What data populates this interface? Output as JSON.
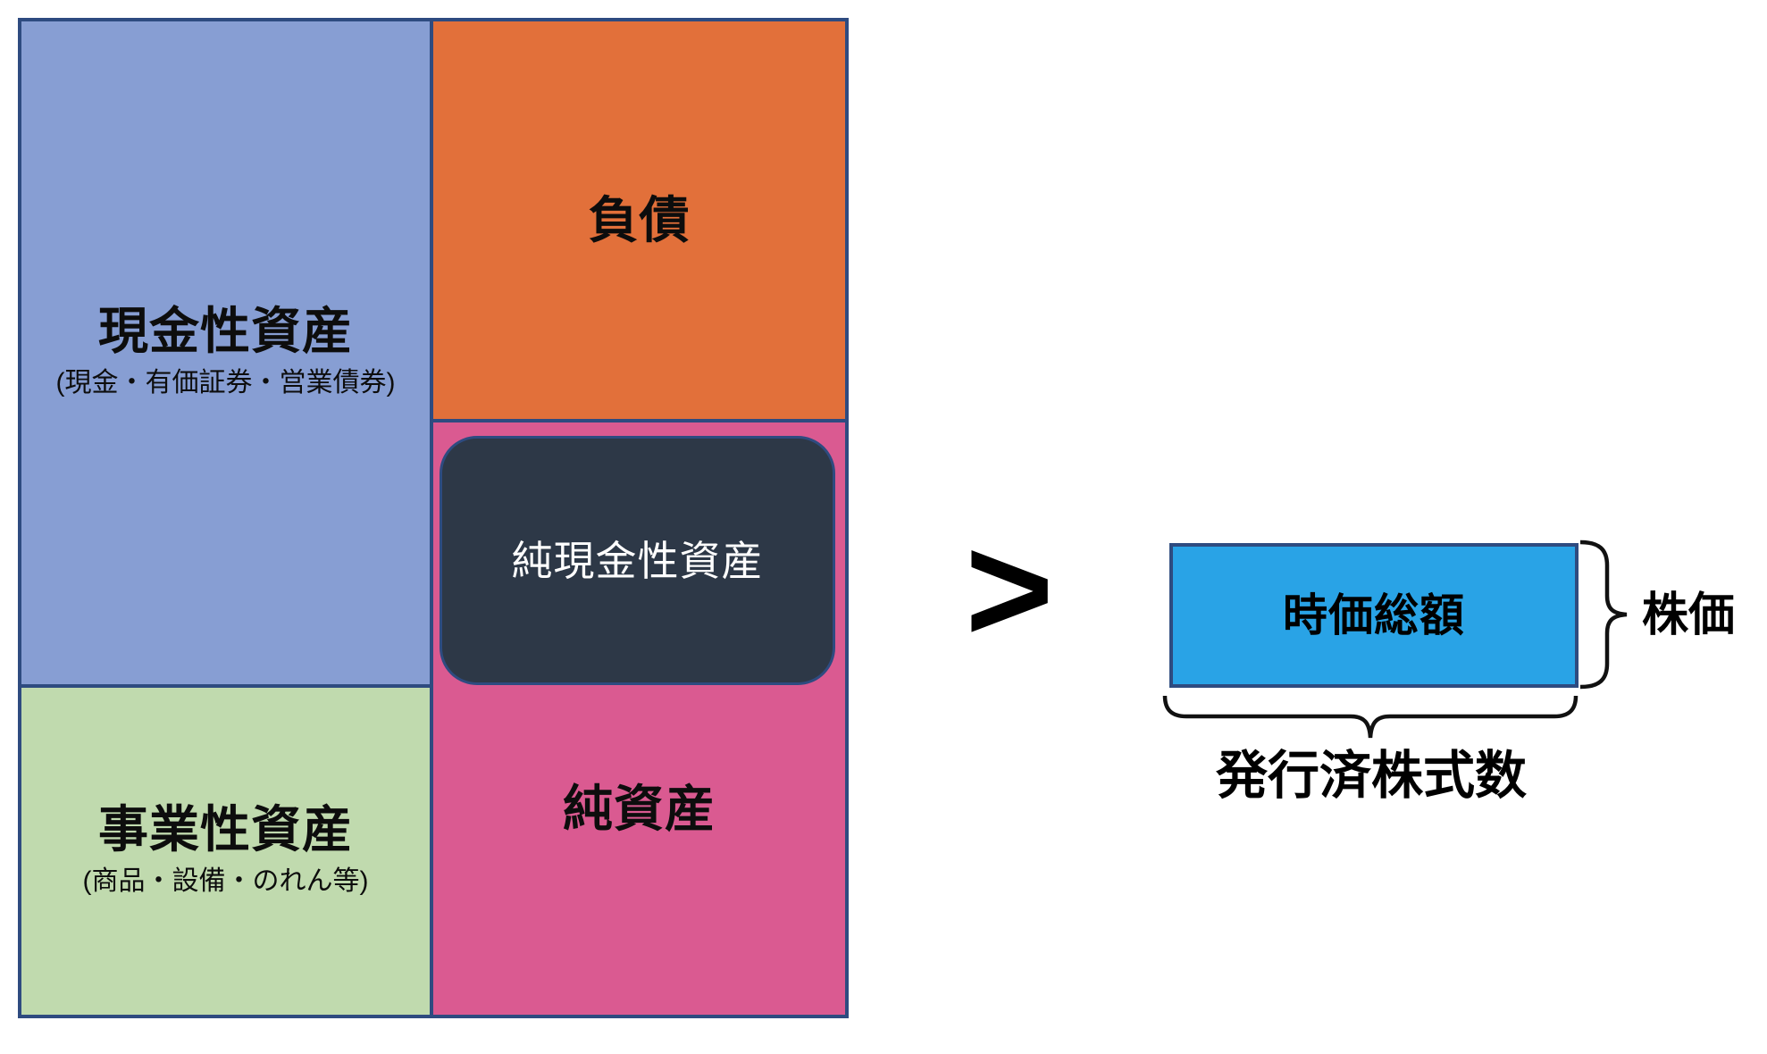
{
  "balance_sheet": {
    "cash_assets": {
      "label": "現金性資産",
      "sublabel": "(現金・有価証券・営業債券)",
      "color": "#879ED3"
    },
    "liabilities": {
      "label": "負債",
      "color": "#E2703A"
    },
    "net_cash_assets": {
      "label": "純現金性資産",
      "color": "#2D3847",
      "text_color": "#FFFFFF"
    },
    "business_assets": {
      "label": "事業性資産",
      "sublabel": "(商品・設備・のれん等)",
      "color": "#C0DAAE"
    },
    "net_assets": {
      "label": "純資産",
      "color": "#DA5A91"
    },
    "border_color": "#2E4B80"
  },
  "comparison": {
    "operator": ">"
  },
  "market_cap": {
    "label": "時価総額",
    "color": "#29A3E6"
  },
  "annotations": {
    "share_price": "株価",
    "shares_outstanding": "発行済株式数"
  }
}
